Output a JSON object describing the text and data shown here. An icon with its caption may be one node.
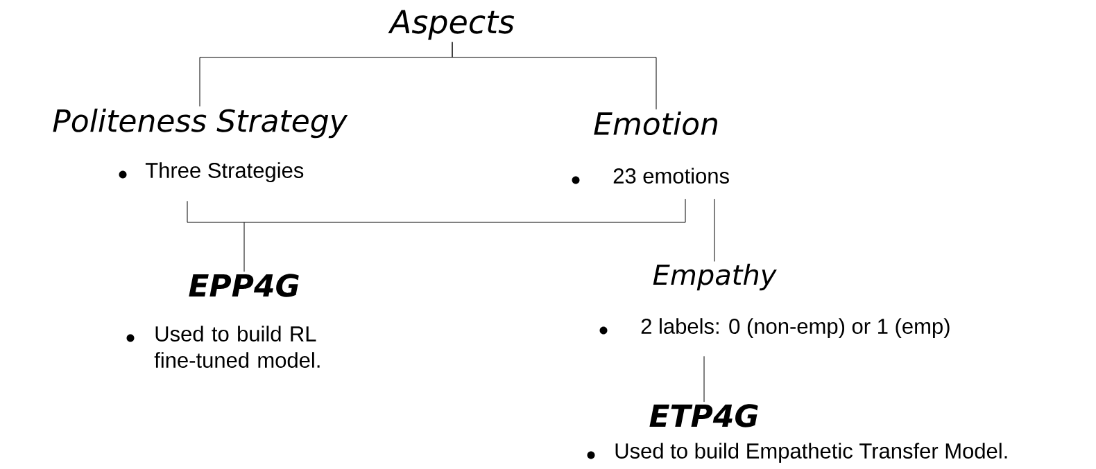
{
  "diagram": {
    "nodes": [
      {
        "text": [
          "Aspects"
        ]
      },
      {
        "text": [
          "Politeness Strategy",
          "Three Strategies"
        ]
      },
      {
        "text": [
          "Emotion",
          "23 emotions"
        ]
      },
      {
        "text": [
          "EPP4G",
          "Used to build RL fine-tuned model."
        ]
      },
      {
        "text": [
          "Empathy",
          "2 labels: 0 (non-emp) or 1 (emp)"
        ]
      },
      {
        "text": [
          "ETP4G",
          "Used to build Empathetic Transfer Model."
        ]
      }
    ],
    "edges": [
      {
        "from": 0,
        "to": 1,
        "arrow": "none"
      },
      {
        "from": 0,
        "to": 2,
        "arrow": "none"
      },
      {
        "from": 1,
        "to": 3,
        "arrow": "none"
      },
      {
        "from": 2,
        "to": 3,
        "arrow": "none"
      },
      {
        "from": 2,
        "to": 4,
        "arrow": "none"
      },
      {
        "from": 4,
        "to": 5,
        "arrow": "none"
      }
    ]
  }
}
